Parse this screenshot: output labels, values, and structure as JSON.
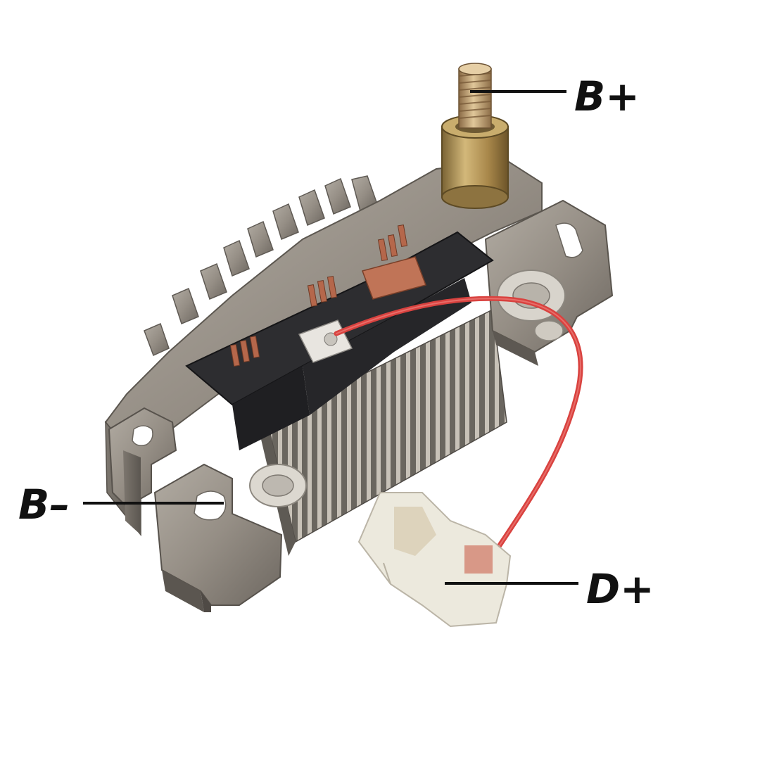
{
  "labels": {
    "b_plus": "B+",
    "b_minus": "B–",
    "d_plus": "D+"
  },
  "colors": {
    "background": "#ffffff",
    "metal": "#9c958c",
    "metal_dark": "#6f6a63",
    "insulator": "#2b2b2d",
    "wire": "#d9423f",
    "brass": "#b89a5a",
    "connector": "#e9e4d6",
    "copper": "#b5674b",
    "text": "#111111"
  },
  "icons": {
    "product": "alternator-rectifier-icon",
    "terminal_bplus": "terminal-stud-icon",
    "connector_dplus": "spade-connector-icon"
  }
}
